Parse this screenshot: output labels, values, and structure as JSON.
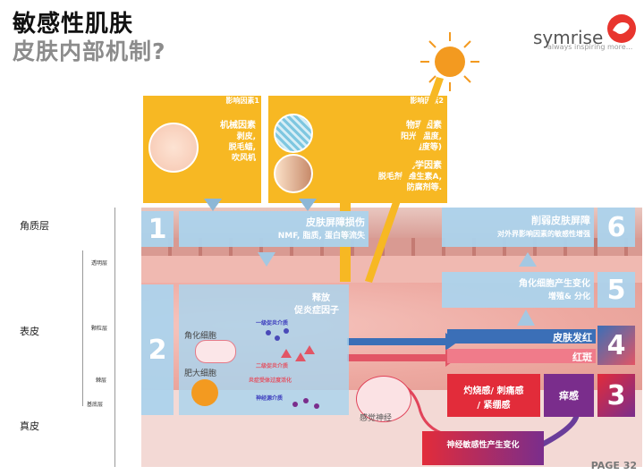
{
  "header": {
    "title": "敏感性肌肤",
    "subtitle": "皮肤内部机制?"
  },
  "brand": {
    "name": "symrise",
    "tagline": "always inspiring more..."
  },
  "layers": {
    "stratum_corneum": "角质层",
    "epidermis": "表皮",
    "dermis": "真皮",
    "stratum_lucidum": "透明层",
    "stratum_granulosum": "颗粒层",
    "stratum_spinosum": "棘层",
    "stratum_basale": "基底层"
  },
  "factors": {
    "factor1": {
      "header": "影响因素1",
      "title": "机械因素",
      "items": [
        "剥皮,",
        "脱毛蜡,",
        "吹风机"
      ]
    },
    "factor2": {
      "header": "影响因素2",
      "title1": "物理因素",
      "items1": [
        "阳光, 温度,",
        "湿度等)"
      ],
      "title2": "化学因素",
      "items2": [
        "脱毛剂, 维生素A,",
        "防腐剂等."
      ]
    }
  },
  "steps": {
    "step1": {
      "number": "1",
      "title": "皮肤屏障损伤",
      "desc": "NMF, 脂质, 蛋白等流失"
    },
    "step2": {
      "number": "2",
      "release_title": "释放",
      "release_desc": "促炎症因子",
      "keratinocyte": "角化细胞",
      "mast_cell": "肥大细胞",
      "label_a": "一级促炎介质",
      "label_b": "二级促炎介质",
      "label_c": "炎症受体过度活化",
      "label_d": "神经源介质"
    },
    "step3": {
      "number": "3",
      "burning": "灼烧感/ 刺痛感",
      "tight": "/ 紧绷感",
      "itch": "痒感",
      "nerve": "感觉神经",
      "neuro": "神经敏感性产生变化"
    },
    "step4": {
      "number": "4",
      "red": "皮肤发红",
      "erythema": "红斑"
    },
    "step5": {
      "number": "5",
      "title": "角化细胞产生变化",
      "desc": "增殖& 分化"
    },
    "step6": {
      "number": "6",
      "title": "削弱皮肤屏障",
      "desc": "对外界影响因素的敏感性增强"
    }
  },
  "footer": {
    "page": "PAGE 32"
  }
}
